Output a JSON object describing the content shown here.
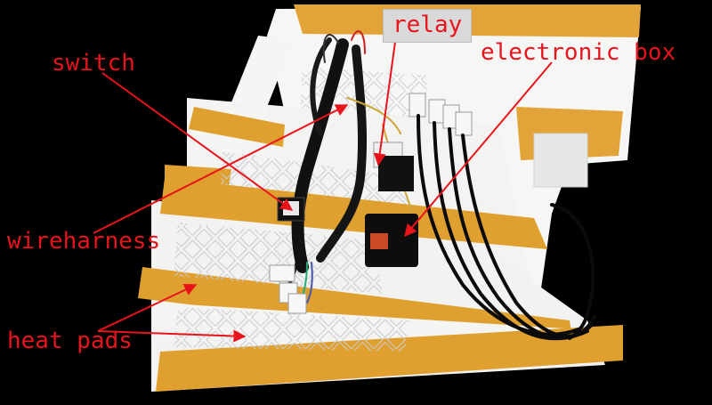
{
  "annotations": {
    "relay": "relay",
    "electronic_box": "electronic box",
    "switch": "switch",
    "wireharness": "wireharness",
    "heat_pads": "heat pads"
  },
  "colors": {
    "label_text": "#e8141c",
    "arrow": "#e8141c",
    "pad_white": "#f4f4f2",
    "tape_orange": "#e0a030",
    "background": "#000000",
    "wire": "#111111"
  }
}
